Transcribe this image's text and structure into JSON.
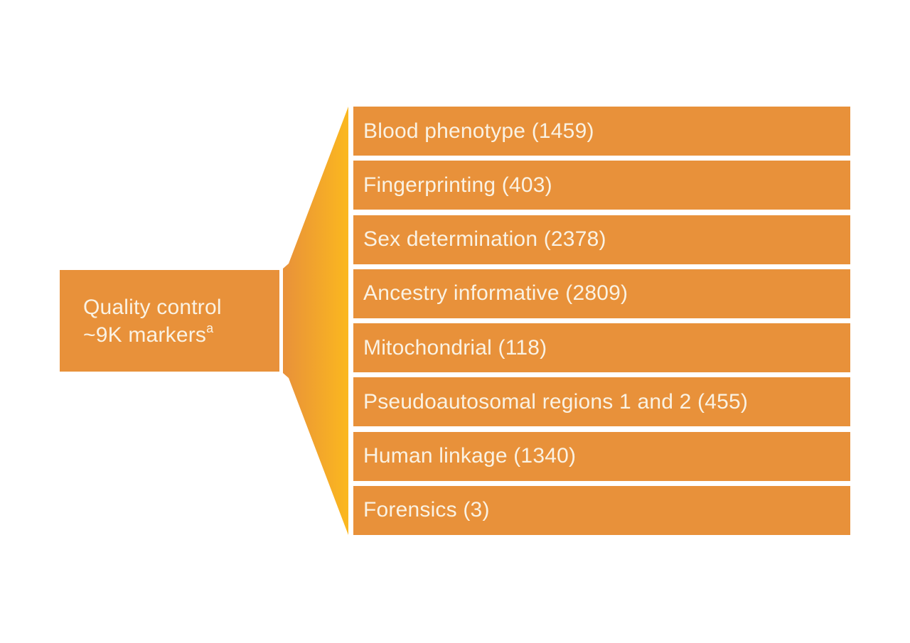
{
  "diagram": {
    "root": {
      "line1": "Quality control",
      "line2": "~9K markers",
      "superscript": "a"
    },
    "branches": [
      {
        "name": "Blood phenotype",
        "count": 1459,
        "label": "Blood phenotype (1459)"
      },
      {
        "name": "Fingerprinting",
        "count": 403,
        "label": "Fingerprinting (403)"
      },
      {
        "name": "Sex determination",
        "count": 2378,
        "label": "Sex determination (2378)"
      },
      {
        "name": "Ancestry informative",
        "count": 2809,
        "label": "Ancestry informative (2809)"
      },
      {
        "name": "Mitochondrial",
        "count": 118,
        "label": "Mitochondrial (118)"
      },
      {
        "name": "Pseudoautosomal regions 1 and 2",
        "count": 455,
        "label": "Pseudoautosomal regions 1 and 2 (455)"
      },
      {
        "name": "Human linkage",
        "count": 1340,
        "label": "Human linkage (1340)"
      },
      {
        "name": "Forensics",
        "count": 3,
        "label": "Forensics (3)"
      }
    ],
    "colors": {
      "node_fill": "#e8913a",
      "node_text": "#faf2e3",
      "connector_gradient_start": "#e8913a",
      "connector_gradient_end": "#fbb81f",
      "background": "#ffffff"
    }
  }
}
